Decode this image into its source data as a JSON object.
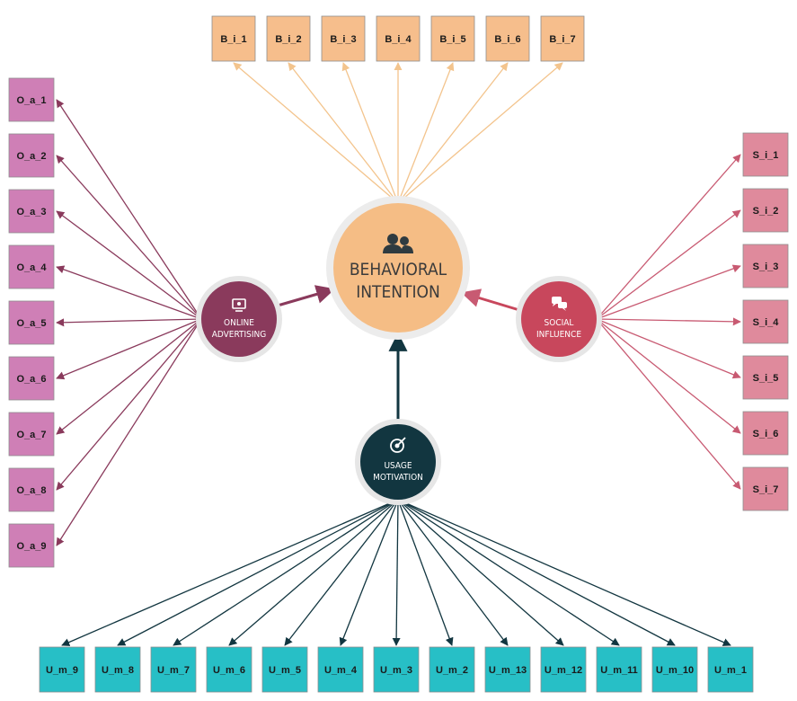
{
  "colors": {
    "behavioral_box": "#f6be8c",
    "behavioral_line": "#f3c48d",
    "behavioral_circle": "#f5bd85",
    "online_box": "#cf7fb6",
    "online_line": "#8a3a5c",
    "online_circle": "#8a3a5c",
    "social_box": "#df8a9c",
    "social_line": "#c85a72",
    "social_circle": "#c8475c",
    "usage_box": "#27bfc6",
    "usage_line": "#123640",
    "usage_circle": "#123640"
  },
  "nodes": {
    "behavioral_intention": {
      "line1": "BEHAVIORAL",
      "line2": "INTENTION",
      "icon": "users-icon"
    },
    "online_advertising": {
      "line1": "ONLINE",
      "line2": "ADVERTISING",
      "icon": "monitor-icon"
    },
    "social_influence": {
      "line1": "SOCIAL",
      "line2": "INFLUENCE",
      "icon": "chat-icon"
    },
    "usage_motivation": {
      "line1": "USAGE",
      "line2": "MOTIVATION",
      "icon": "target-icon"
    }
  },
  "indicators": {
    "behavioral": [
      "B_i_1",
      "B_i_2",
      "B_i_3",
      "B_i_4",
      "B_i_5",
      "B_i_6",
      "B_i_7"
    ],
    "online": [
      "O_a_1",
      "O_a_2",
      "O_a_3",
      "O_a_4",
      "O_a_5",
      "O_a_6",
      "O_a_7",
      "O_a_8",
      "O_a_9"
    ],
    "social": [
      "S_i_1",
      "S_i_2",
      "S_i_3",
      "S_i_4",
      "S_i_5",
      "S_i_6",
      "S_i_7"
    ],
    "usage": [
      "U_m_9",
      "U_m_8",
      "U_m_7",
      "U_m_6",
      "U_m_5",
      "U_m_4",
      "U_m_3",
      "U_m_2",
      "U_m_13",
      "U_m_12",
      "U_m_11",
      "U_m_10",
      "U_m_1"
    ]
  }
}
